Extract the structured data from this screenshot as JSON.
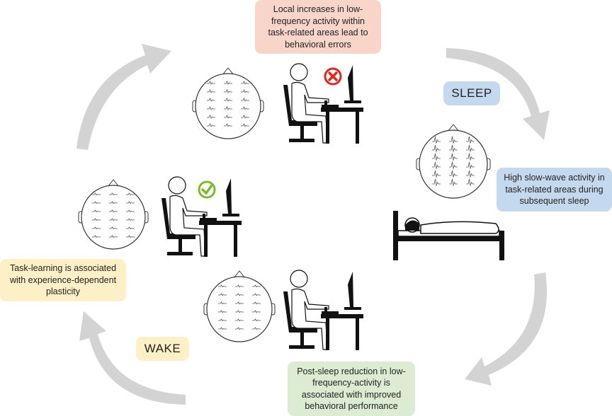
{
  "boxes": {
    "wake_errors": "Local increases in low-frequency activity within task-related areas lead to behavioral errors",
    "sleep_label": "SLEEP",
    "slow_wave": "High slow-wave activity in task-related areas during subsequent sleep",
    "post_sleep": "Post-sleep reduction in low-frequency-activity is associated with improved behavioral performance",
    "wake_label": "WAKE",
    "task_learning": "Task-learning is associated with experience-dependent plasticity"
  },
  "icons": {
    "error": "x-circle-icon",
    "success": "check-circle-icon"
  },
  "colors": {
    "pink": "#f9d5c9",
    "blue": "#c4d9ee",
    "green": "#dcecd2",
    "yellow": "#fdefc6",
    "error": "#e4251f",
    "success": "#7dbb2a",
    "arrow": "#d3d3d3"
  }
}
